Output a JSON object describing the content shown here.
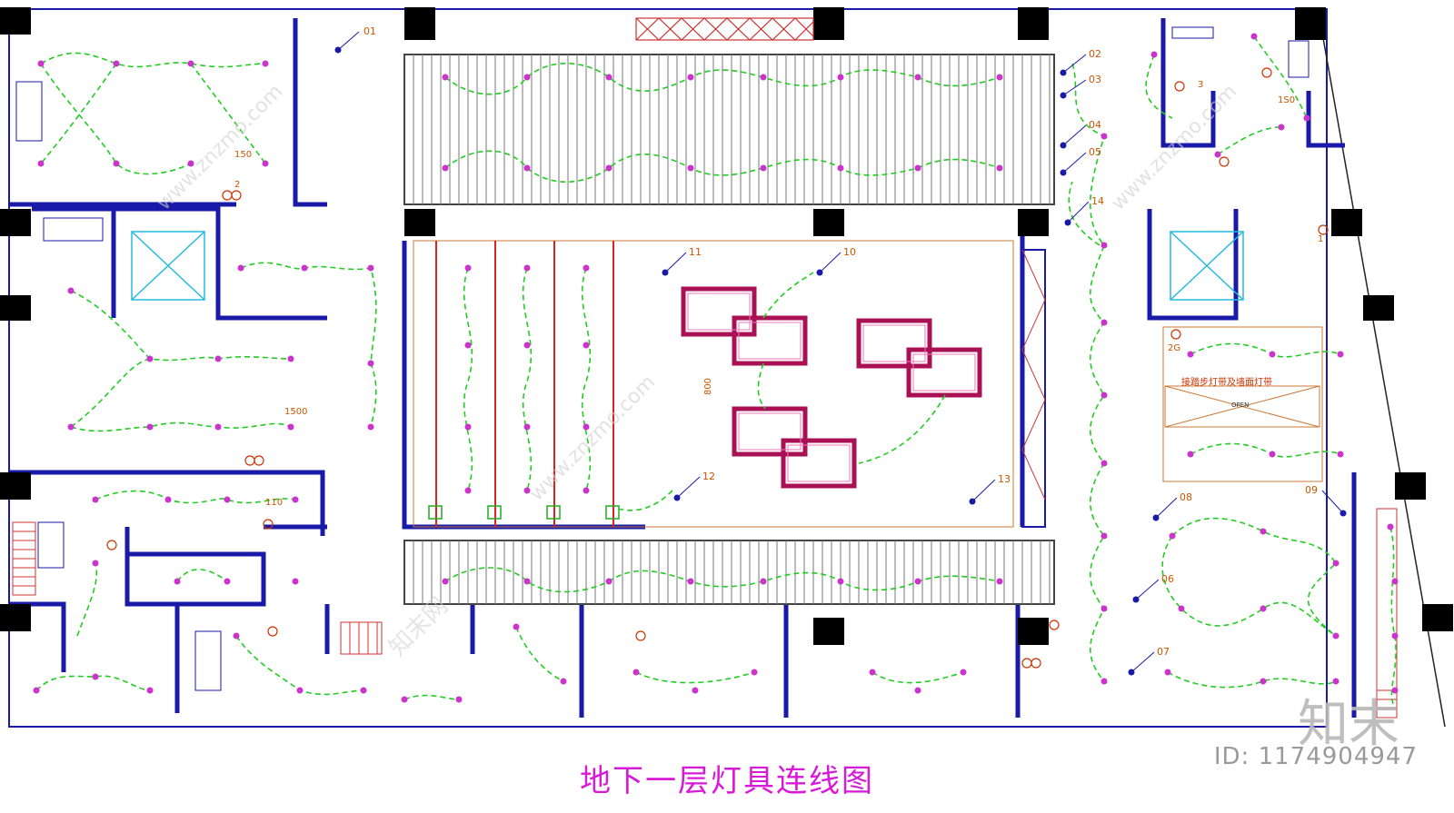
{
  "title": "地下一层灯具连线图",
  "watermark": {
    "logo": "知末",
    "id": "ID: 1174904947",
    "site": "www.znzmo.com",
    "site_cn": "知末网"
  },
  "circuit_labels": [
    "01",
    "02",
    "03",
    "04",
    "05",
    "14",
    "11",
    "10",
    "12",
    "13",
    "08",
    "09",
    "06",
    "07",
    "1",
    "2",
    "3",
    "2G"
  ],
  "dimension_labels": [
    "150",
    "1500",
    "800",
    "110",
    "1S0"
  ],
  "annotations": {
    "stair_light": "接踏步灯带及墙面灯带",
    "open": "OPEN"
  },
  "colors": {
    "wall": "#1a1aa8",
    "wire": "#22cc22",
    "fixture": "#cc33cc",
    "column": "#000000",
    "frame": "#cc2255",
    "caption": "#d81ad8",
    "label": "#cc5500",
    "grille": "#555555"
  }
}
